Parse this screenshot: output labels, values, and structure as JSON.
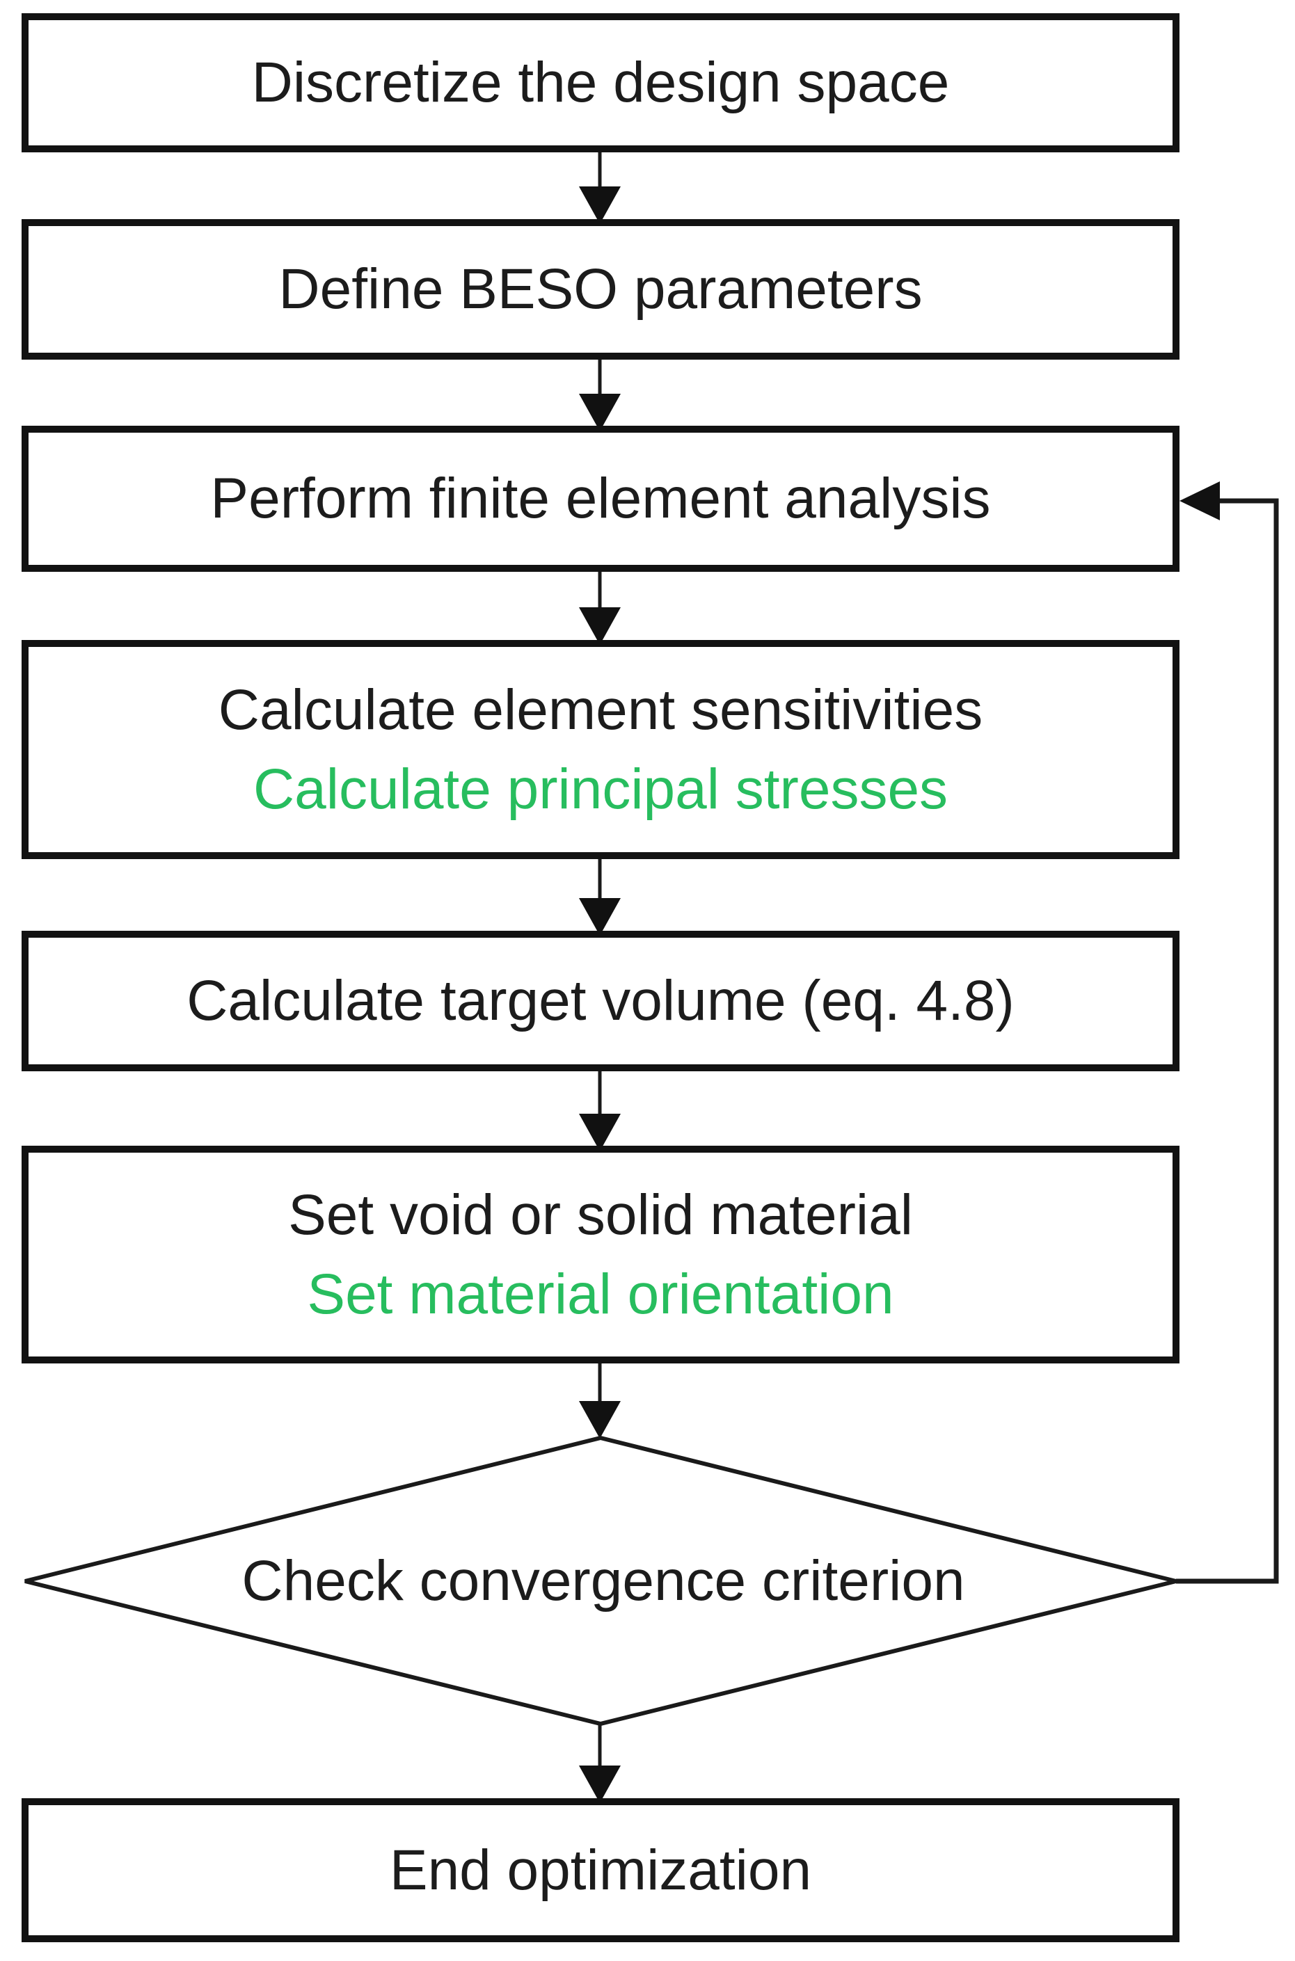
{
  "figure": {
    "type": "flowchart",
    "background": "#ffffff",
    "colors": {
      "box_border": "#121212",
      "text_black": "#1c1c1c",
      "text_green": "#27bd5e",
      "connector": "#1a1a1a"
    },
    "nodes": {
      "discretize": {
        "label": "Discretize the design space"
      },
      "define": {
        "label": "Define BESO parameters"
      },
      "fea": {
        "label": "Perform finite element analysis"
      },
      "sensitivities": {
        "line1": "Calculate element sensitivities",
        "line2": "Calculate principal stresses"
      },
      "target_volume": {
        "label": "Calculate target volume (eq. 4.8)"
      },
      "set_material": {
        "line1": "Set void or solid material",
        "line2": "Set material orientation"
      },
      "convergence": {
        "label": "Check convergence criterion"
      },
      "end": {
        "label": "End optimization"
      }
    },
    "edges": [
      "discretize -> define",
      "define -> fea",
      "fea -> sensitivities",
      "sensitivities -> target_volume",
      "target_volume -> set_material",
      "set_material -> convergence",
      "convergence -> end",
      "convergence -> fea (feedback loop, right side)"
    ]
  }
}
